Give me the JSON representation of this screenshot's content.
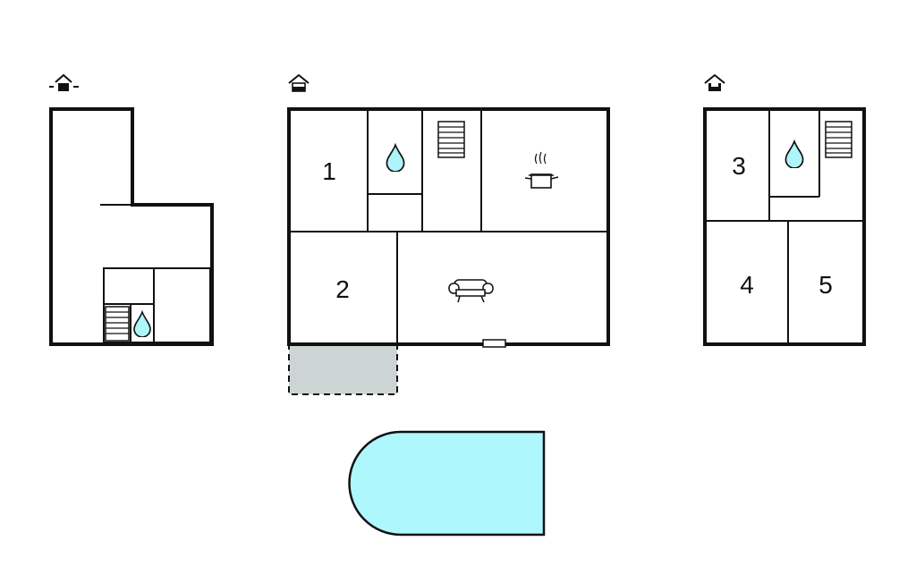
{
  "floors": [
    {
      "id": "basement",
      "level_icon": "house-basement-icon",
      "rooms": []
    },
    {
      "id": "ground",
      "level_icon": "house-ground-floor-icon",
      "rooms": [
        {
          "number": "1"
        },
        {
          "number": "2"
        }
      ],
      "icons": [
        "water-drop-icon",
        "stairs-icon",
        "kitchen-pot-icon",
        "sofa-icon"
      ]
    },
    {
      "id": "upper",
      "level_icon": "house-upper-floor-icon",
      "rooms": [
        {
          "number": "3"
        },
        {
          "number": "4"
        },
        {
          "number": "5"
        }
      ],
      "icons": [
        "water-drop-icon",
        "stairs-icon"
      ]
    }
  ],
  "colors": {
    "wall": "#111111",
    "water": "#aef4fb",
    "terrace": "#cdd4d4",
    "pool": "#adf7fd"
  }
}
